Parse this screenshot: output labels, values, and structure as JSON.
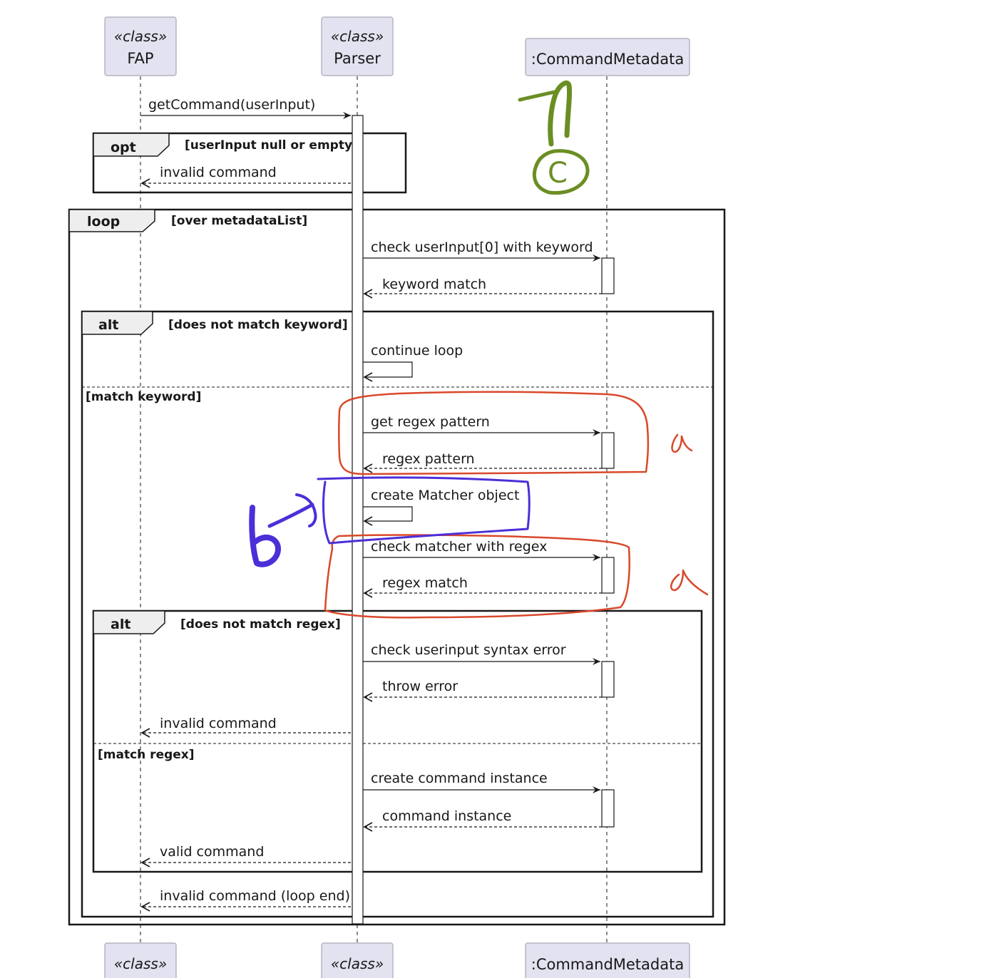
{
  "participants": [
    {
      "id": "fap",
      "stereotype": "«class»",
      "name": "FAP",
      "footer_stereotype": "«class»"
    },
    {
      "id": "parser",
      "stereotype": "«class»",
      "name": "Parser",
      "footer_stereotype": "«class»"
    },
    {
      "id": "meta",
      "stereotype": "",
      "name": ":CommandMetadata",
      "footer_name": ":CommandMetadata"
    }
  ],
  "fragments": {
    "opt": {
      "operator": "opt",
      "guard": "[userInput null or empty]"
    },
    "loop": {
      "operator": "loop",
      "guard": "[over metadataList]"
    },
    "alt1": {
      "operator": "alt",
      "guard": "[does not match keyword]",
      "else_guard": "[match keyword]"
    },
    "alt2": {
      "operator": "alt",
      "guard": "[does not match regex]",
      "else_guard": "[match regex]"
    }
  },
  "messages": {
    "m1": "getCommand(userInput)",
    "m2": "invalid command",
    "m3": "check userInput[0] with keyword",
    "m4": "keyword match",
    "m5": "continue loop",
    "m6": "get regex pattern",
    "m7": "regex pattern",
    "m8": "create Matcher object",
    "m9": "check matcher with regex",
    "m10": "regex match",
    "m11": "check userinput syntax error",
    "m12": "throw error",
    "m13": "invalid command",
    "m14": "create command instance",
    "m15": "command instance",
    "m16": "valid command",
    "m17": "invalid command (loop end)"
  },
  "annotations": {
    "green_mark": "C",
    "blue_label": "b",
    "red_label_1": "a",
    "red_label_2": "a",
    "colors": {
      "green": "#6b8e23",
      "blue": "#4b2fd8",
      "red": "#d9482b"
    }
  },
  "colors": {
    "participant_fill": "#e2e2f0",
    "participant_stroke": "#a8a8b8",
    "line": "#181818"
  }
}
